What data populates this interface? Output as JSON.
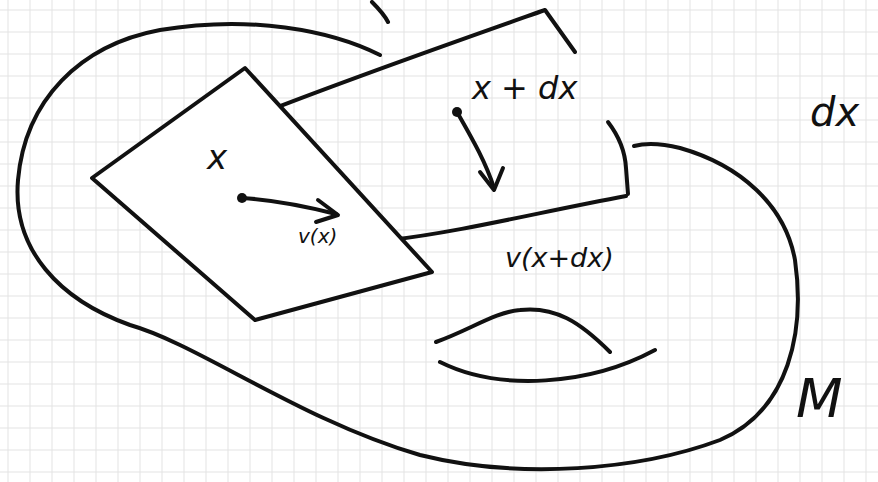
{
  "diagram": {
    "nodes": [
      {
        "text": [
          "M"
        ]
      },
      {
        "text": [
          "x",
          "v(x)"
        ],
        "in": 0
      },
      {
        "text": [
          "x + dx",
          "v(x+dx)"
        ],
        "in": 0
      }
    ],
    "labels": [
      "dx"
    ]
  }
}
